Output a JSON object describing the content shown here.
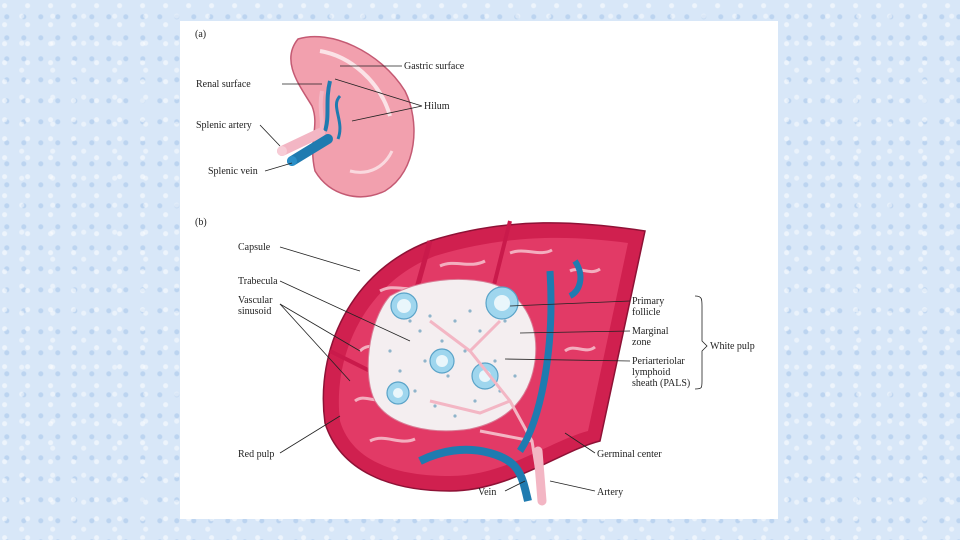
{
  "panels": {
    "a": "(a)",
    "b": "(b)"
  },
  "panel_a_labels": {
    "gastric_surface": "Gastric surface",
    "renal_surface": "Renal surface",
    "hilum": "Hilum",
    "splenic_artery": "Splenic artery",
    "splenic_vein": "Splenic vein"
  },
  "panel_b_labels": {
    "capsule": "Capsule",
    "trabecula": "Trabecula",
    "vascular_sinusoid": "Vascular\nsinusoid",
    "primary_follicle": "Primary\nfollicle",
    "marginal_zone": "Marginal\nzone",
    "pals": "Periarteriolar\nlymphoid\nsheath (PALS)",
    "white_pulp": "White pulp",
    "red_pulp": "Red pulp",
    "germinal_center": "Germinal center",
    "vein": "Vein",
    "artery": "Artery"
  },
  "colors": {
    "capsule_red": "#d0204f",
    "red_pulp": "#e23a66",
    "white_pulp": "#f4eef0",
    "follicle": "#9fd6ee",
    "vein_blue": "#1f7bb0",
    "artery_pink": "#f3b6c4",
    "spleen_pink": "#f2a0ae"
  }
}
